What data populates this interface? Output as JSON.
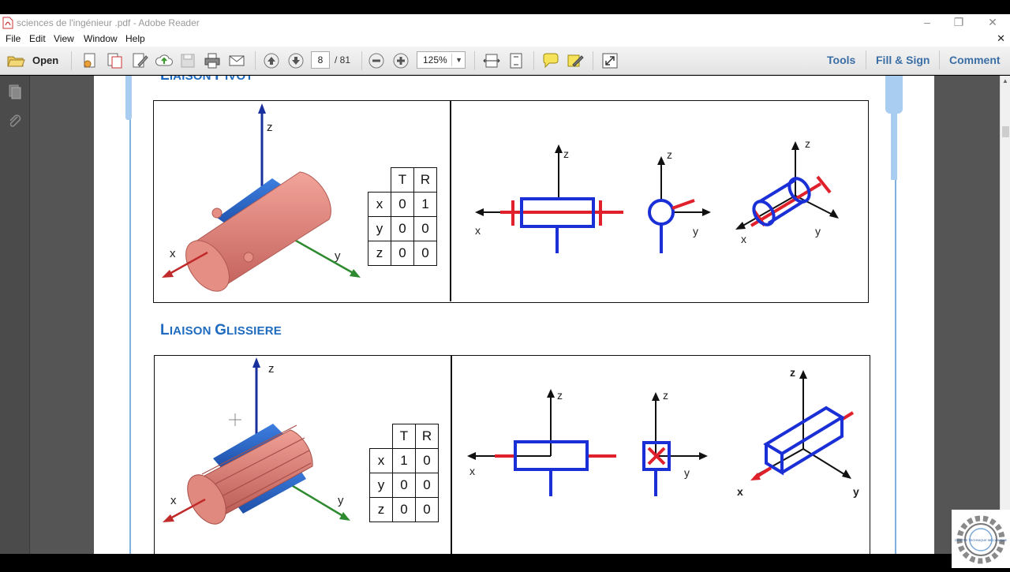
{
  "window": {
    "title": "sciences de l'ingénieur .pdf - Adobe Reader",
    "controls": [
      "–",
      "❐",
      "✕"
    ]
  },
  "menu": {
    "items": [
      "File",
      "Edit",
      "View",
      "Window",
      "Help"
    ],
    "close_glyph": "✕"
  },
  "toolbar": {
    "open_label": "Open",
    "page_current": "8",
    "page_total": "/ 81",
    "zoom": "125%",
    "zoom_dropdown": "▼",
    "tools_label": "Tools",
    "fill_sign_label": "Fill & Sign",
    "comment_label": "Comment"
  },
  "scrollbar": {
    "up_arrow": "▲"
  },
  "document": {
    "section1": {
      "heading_cap1": "L",
      "heading_rest1": "IAISON ",
      "heading_cap2": "P",
      "heading_rest2": "IVOT",
      "table": {
        "headers": [
          "T",
          "R"
        ],
        "rows": [
          {
            "axis": "x",
            "T": "0",
            "R": "1"
          },
          {
            "axis": "y",
            "T": "0",
            "R": "0"
          },
          {
            "axis": "z",
            "T": "0",
            "R": "0"
          }
        ]
      }
    },
    "section2": {
      "heading_cap1": "L",
      "heading_rest1": "IAISON ",
      "heading_cap2": "G",
      "heading_rest2": "LISSIERE",
      "table": {
        "headers": [
          "T",
          "R"
        ],
        "rows": [
          {
            "axis": "x",
            "T": "1",
            "R": "0"
          },
          {
            "axis": "y",
            "T": "0",
            "R": "0"
          },
          {
            "axis": "z",
            "T": "0",
            "R": "0"
          }
        ]
      }
    },
    "axis_labels": {
      "x": "x",
      "y": "y",
      "z": "z"
    }
  },
  "logo_text": "CENTRE TECHNIQUE MÉCANIQUE",
  "colors": {
    "heading": "#1f6bbf",
    "diagram_blue": "#1a2fd6",
    "diagram_red": "#e0202a",
    "link": "#3a6ea5"
  }
}
